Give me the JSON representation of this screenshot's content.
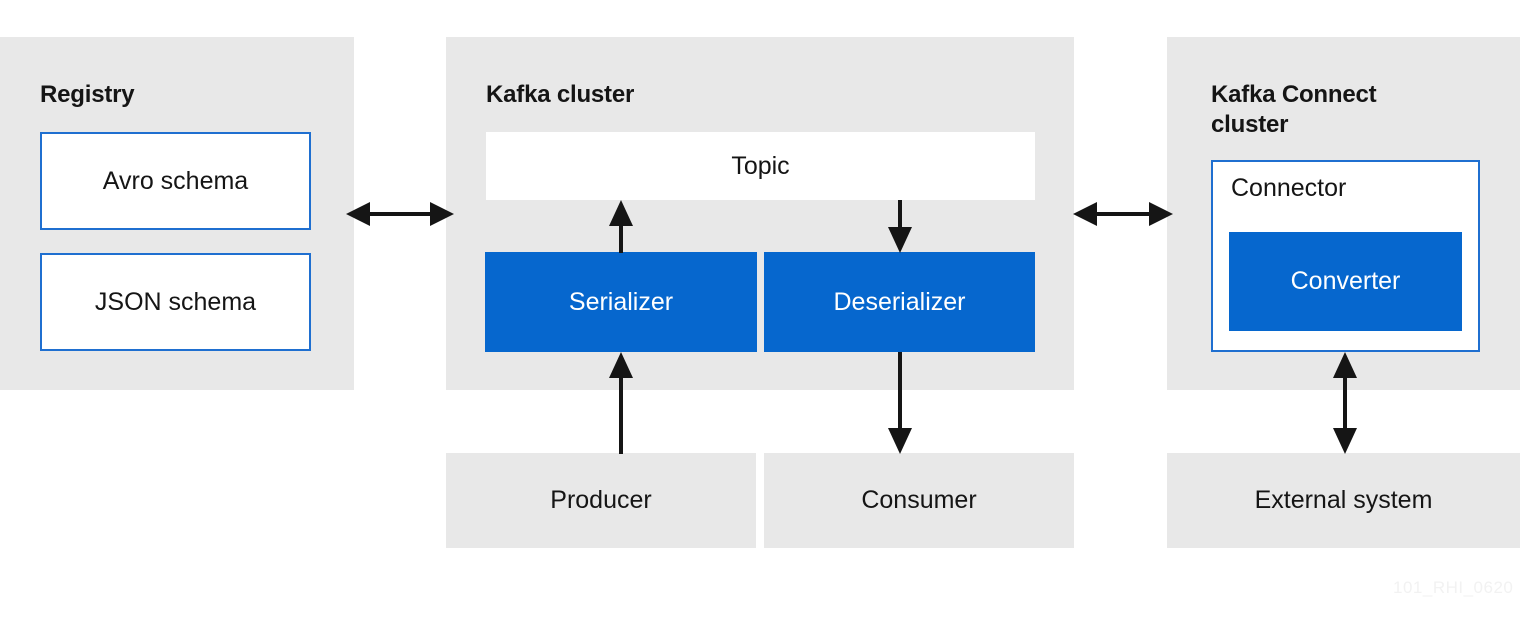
{
  "diagram": {
    "title_registry": "Registry",
    "title_kafka_cluster": "Kafka cluster",
    "title_kafka_connect_cluster": "Kafka Connect cluster",
    "watermark": "101_RHI_0620",
    "colors": {
      "panel_gray": "#e8e8e8",
      "accent_blue": "#0667ce",
      "outline_blue": "#1f6fd0",
      "text_dark": "#151515",
      "white": "#ffffff"
    },
    "registry": {
      "schemas": [
        {
          "label": "Avro schema"
        },
        {
          "label": "JSON schema"
        }
      ]
    },
    "kafka_cluster": {
      "topic": "Topic",
      "serializer": "Serializer",
      "deserializer": "Deserializer"
    },
    "kafka_connect_cluster": {
      "connector": "Connector",
      "converter": "Converter"
    },
    "clients": {
      "producer": "Producer",
      "consumer": "Consumer",
      "external_system": "External system"
    },
    "connectors": [
      {
        "name": "registry-to-kafka",
        "type": "double-arrow-horizontal"
      },
      {
        "name": "kafka-to-connect",
        "type": "double-arrow-horizontal"
      },
      {
        "name": "producer-to-serializer",
        "type": "arrow-up"
      },
      {
        "name": "serializer-to-topic",
        "type": "arrow-up"
      },
      {
        "name": "topic-to-deserializer",
        "type": "arrow-down"
      },
      {
        "name": "deserializer-to-consumer",
        "type": "arrow-down"
      },
      {
        "name": "connector-to-external-system",
        "type": "double-arrow-vertical"
      }
    ]
  }
}
